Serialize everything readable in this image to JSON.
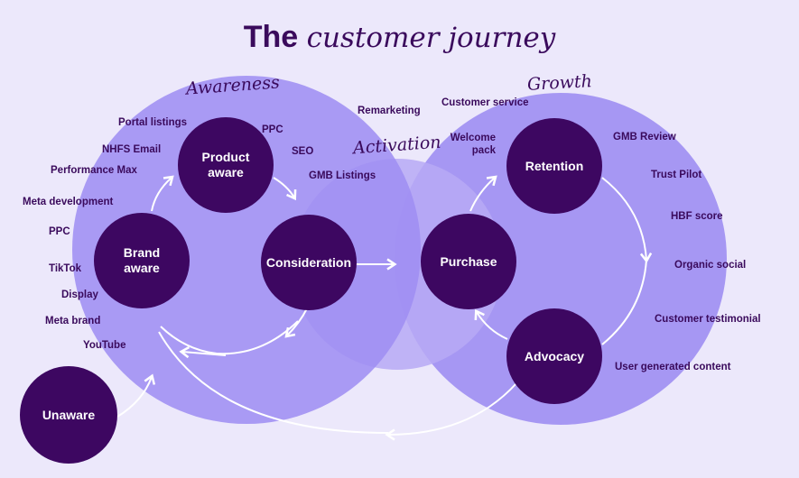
{
  "title": {
    "bold": "The",
    "italic": "customer journey"
  },
  "sections": {
    "awareness": "Awareness",
    "activation": "Activation",
    "growth": "Growth"
  },
  "nodes": {
    "product_aware": "Product aware",
    "brand_aware": "Brand aware",
    "consideration": "Consideration",
    "purchase": "Purchase",
    "retention": "Retention",
    "advocacy": "Advocacy",
    "unaware": "Unaware"
  },
  "awareness_channels": [
    "Portal listings",
    "PPC",
    "NHFS Email",
    "SEO",
    "Performance Max",
    "GMB Listings",
    "Meta development",
    "PPC",
    "TikTok",
    "Display",
    "Meta brand",
    "YouTube"
  ],
  "activation_channels": [
    "Remarketing",
    "Welcome pack"
  ],
  "growth_channels": [
    "Customer service",
    "GMB Review",
    "Trust Pilot",
    "HBF score",
    "Organic social",
    "Customer testimonial",
    "User generated content"
  ],
  "colors": {
    "background": "#ece8fb",
    "circle": "#9f8ef2",
    "overlap": "#b7a9f5",
    "node": "#3d0761",
    "text": "#3a0a5c",
    "arrow": "#ffffff"
  }
}
